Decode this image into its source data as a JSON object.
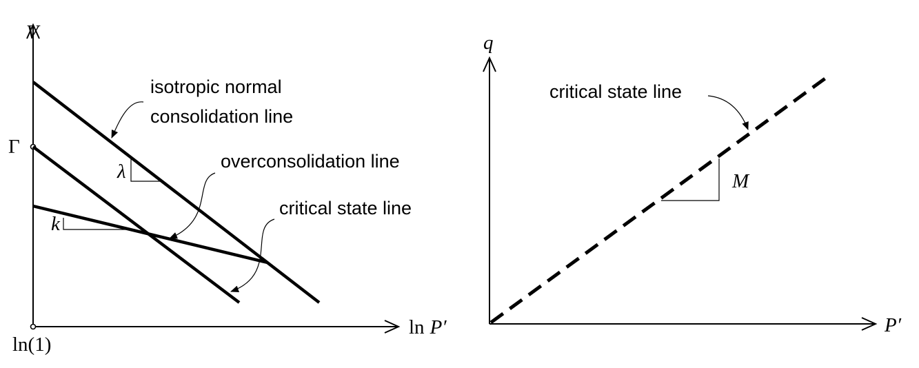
{
  "left_diagram": {
    "y_axis_label": "V",
    "x_axis_label_prefix": "ln",
    "x_axis_label_var": "P′",
    "origin_label": "ln(1)",
    "gamma_label": "Γ",
    "lambda_label": "λ",
    "kappa_label": "k",
    "lines": {
      "ncl_line1": "isotropic normal",
      "ncl_line2": "consolidation line",
      "ocl": "overconsolidation line",
      "csl": "critical state line"
    }
  },
  "right_diagram": {
    "y_axis_label": "q",
    "x_axis_label": "P′",
    "slope_label": "M",
    "csl": "critical state line"
  }
}
